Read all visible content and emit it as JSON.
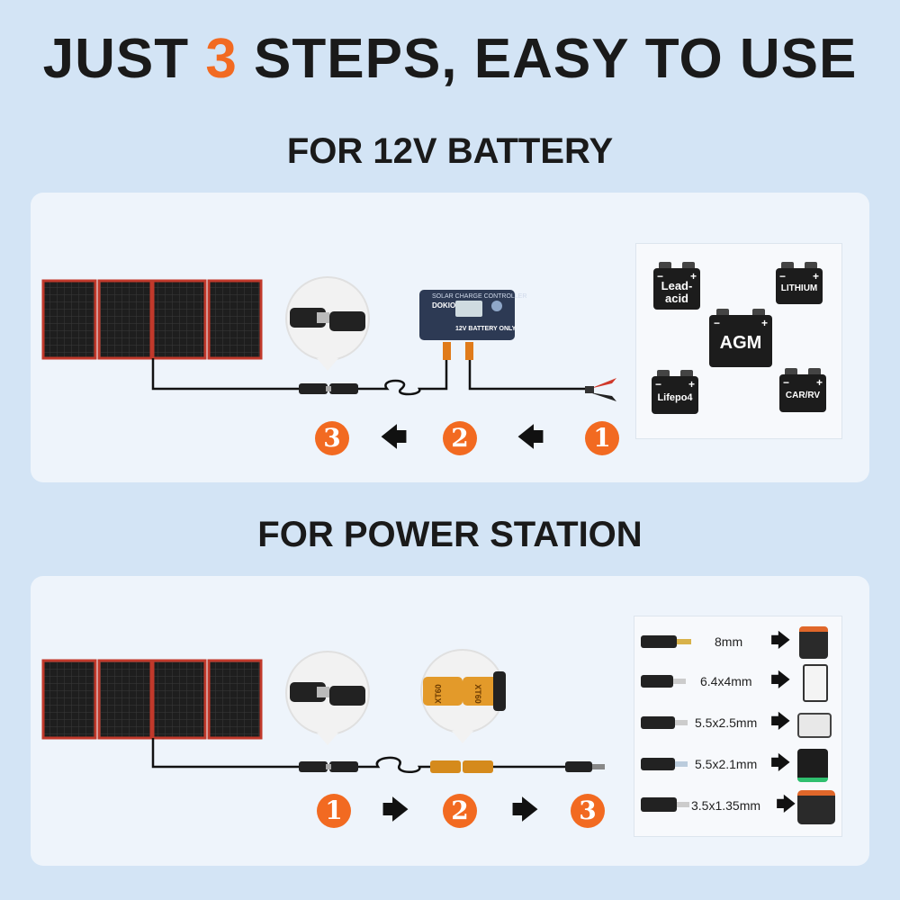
{
  "header": {
    "title_prefix": "JUST ",
    "title_number": "3",
    "title_suffix": " STEPS, EASY TO USE"
  },
  "section_battery": {
    "title": "FOR 12V BATTERY",
    "controller": {
      "brand": "DOKIO",
      "label": "SOLAR CHARGE CONTROLLER",
      "battery_label": "12V BATTERY ONLY"
    },
    "steps": [
      "3",
      "2",
      "1"
    ],
    "batteries": [
      {
        "name": "Lead-\nacid",
        "l1": "Lead-",
        "l2": "acid"
      },
      {
        "name": "LITHIUM"
      },
      {
        "name": "AGM"
      },
      {
        "name": "Lifepo4"
      },
      {
        "name": "CAR/RV"
      }
    ]
  },
  "section_station": {
    "title": "FOR POWER STATION",
    "connector_labels": [
      "XT60",
      "XT60"
    ],
    "steps": [
      "1",
      "2",
      "3"
    ],
    "adapters": [
      {
        "size": "8mm"
      },
      {
        "size": "6.4x4mm"
      },
      {
        "size": "5.5x2.5mm"
      },
      {
        "size": "5.5x2.1mm"
      },
      {
        "size": "3.5x1.35mm"
      }
    ]
  },
  "colors": {
    "accent": "#f26a21",
    "background": "#d3e4f5",
    "panel": "#eef4fb",
    "solar_frame": "#c1392b"
  }
}
